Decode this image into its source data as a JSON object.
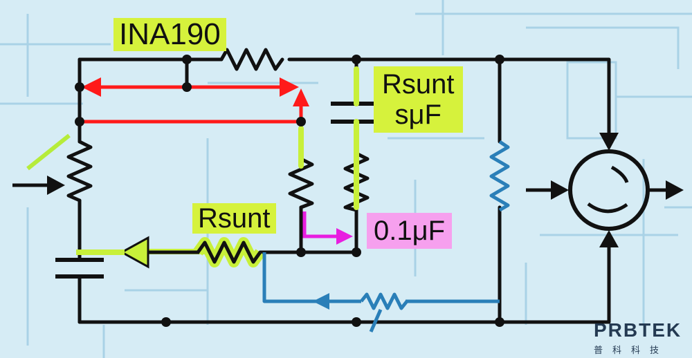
{
  "labels": {
    "ina": "INA190",
    "rsunt_top_line1": "Rsunt",
    "rsunt_top_line2": "sμF",
    "rsunt_mid": "Rsunt",
    "capacitor": "0.1μF"
  },
  "logo": {
    "name": "PRBTEK",
    "chinese": "普科科技"
  },
  "colors": {
    "background": "#d6ecf5",
    "wire": "#111111",
    "red_path": "#ff1a1a",
    "green_path": "#c8f03a",
    "magenta_path": "#e81ee0",
    "blue_path": "#2a7fb8",
    "label_highlight_green": "#d6f23c",
    "label_highlight_pink": "#f6a0ee"
  }
}
